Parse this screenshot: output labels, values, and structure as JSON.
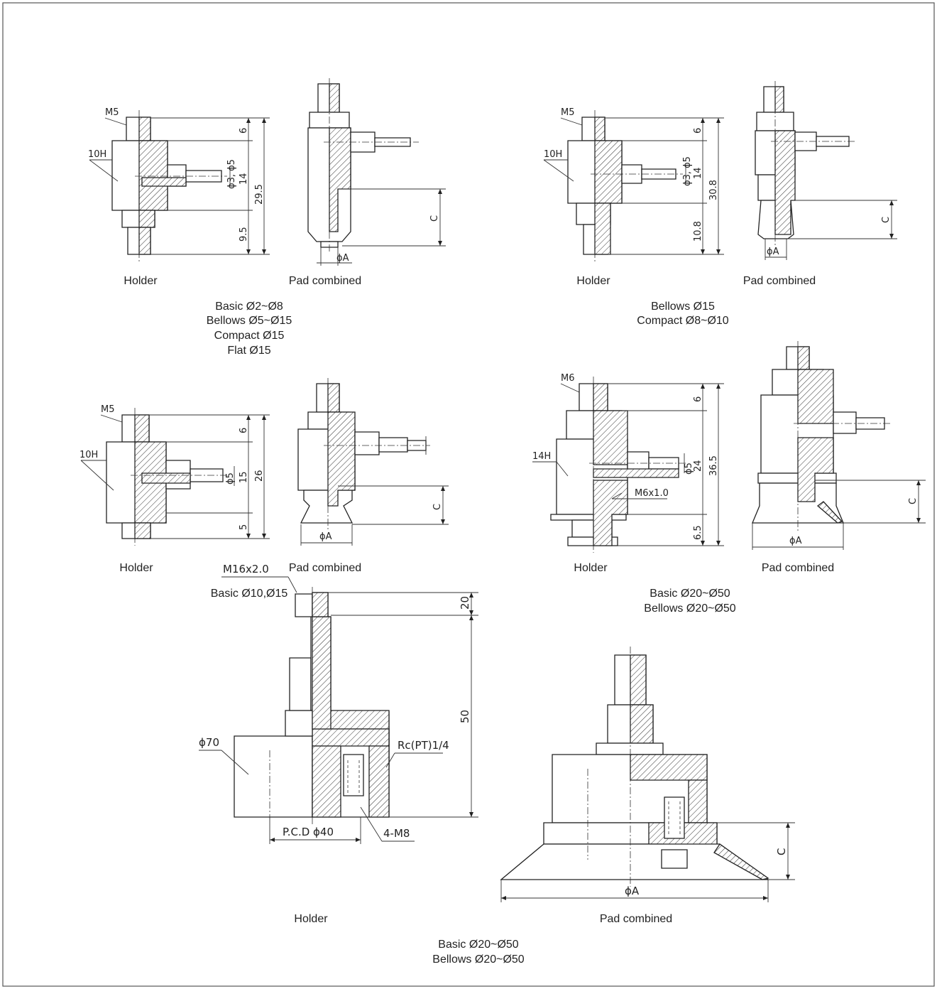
{
  "views": {
    "view1": {
      "holder_label": "Holder",
      "pad_label": "Pad combined",
      "series": [
        "Basic Ø2~Ø8",
        "Bellows Ø5~Ø15",
        "Compact Ø15",
        "Flat Ø15"
      ],
      "thread": "M5",
      "hex": "10H",
      "tube": "ϕ3, ϕ5",
      "dims": [
        "6",
        "14",
        "29.5",
        "9.5"
      ],
      "pad_dims": [
        "C",
        "ϕA"
      ]
    },
    "view2": {
      "holder_label": "Holder",
      "pad_label": "Pad combined",
      "series": [
        "Bellows Ø15",
        "Compact Ø8~Ø10"
      ],
      "thread": "M5",
      "hex": "10H",
      "tube": "ϕ3, ϕ5",
      "dims": [
        "6",
        "14",
        "30.8",
        "10.8"
      ],
      "pad_dims": [
        "C",
        "ϕA"
      ]
    },
    "view3": {
      "holder_label": "Holder",
      "pad_label": "Pad combined",
      "series": [
        "Basic Ø10,Ø15"
      ],
      "thread": "M5",
      "hex": "10H",
      "tube": "ϕ5",
      "dims": [
        "6",
        "15",
        "26",
        "5"
      ],
      "pad_dims": [
        "C",
        "ϕA"
      ]
    },
    "view4": {
      "holder_label": "Holder",
      "pad_label": "Pad combined",
      "series": [
        "Basic Ø20~Ø50",
        "Bellows Ø20~Ø50"
      ],
      "thread": "M6",
      "hex": "14H",
      "tube": "ϕ5",
      "inner_thread": "M6x1.0",
      "dims": [
        "6",
        "24",
        "36.5",
        "6.5"
      ],
      "pad_dims": [
        "C",
        "ϕA"
      ]
    },
    "view5": {
      "holder_label": "Holder",
      "pad_label": "Pad combined",
      "series": [
        "Basic Ø20~Ø50",
        "Bellows Ø20~Ø50"
      ],
      "thread": "M16x2.0",
      "body_dia": "ϕ70",
      "port": "Rc(PT)1/4",
      "pcd": "P.C.D ϕ40",
      "bolt": "4-M8",
      "dims": [
        "20",
        "50"
      ],
      "pad_dims": [
        "C",
        "ϕA"
      ]
    }
  }
}
